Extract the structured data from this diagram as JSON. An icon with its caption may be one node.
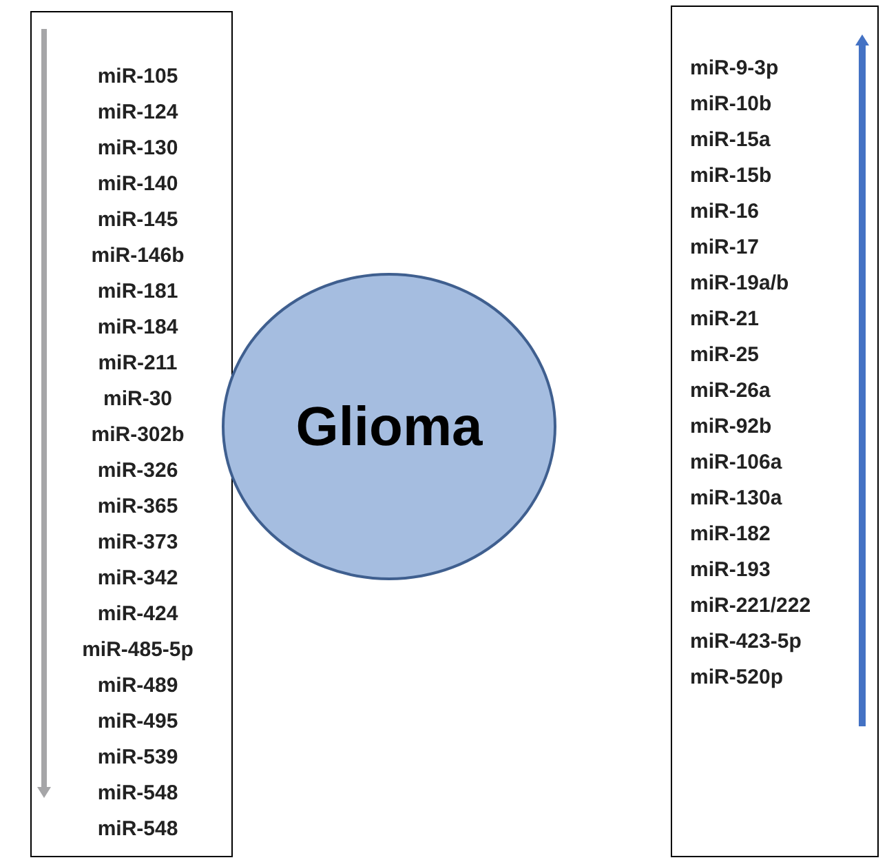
{
  "diagram": {
    "nodes": [
      {
        "text": [
          "miR-105",
          "miR-124",
          "miR-130",
          "miR-140",
          "miR-145",
          "miR-146b",
          "miR-181",
          "miR-184",
          "miR-211",
          "miR-30",
          "miR-302b",
          "miR-326",
          "miR-365",
          "miR-373",
          "miR-342",
          "miR-424",
          "miR-485-5p",
          "miR-489",
          "miR-495",
          "miR-539",
          "miR-548",
          "miR-548"
        ]
      },
      {
        "text": [
          "Glioma"
        ]
      },
      {
        "text": [
          "miR-9-3p",
          "miR-10b",
          "miR-15a",
          "miR-15b",
          "miR-16",
          "miR-17",
          "miR-19a/b",
          "miR-21",
          "miR-25",
          "miR-26a",
          "miR-92b",
          "miR-106a",
          "miR-130a",
          "miR-182",
          "miR-193",
          "miR-221/222",
          "miR-423-5p",
          "miR-520p"
        ]
      }
    ]
  }
}
